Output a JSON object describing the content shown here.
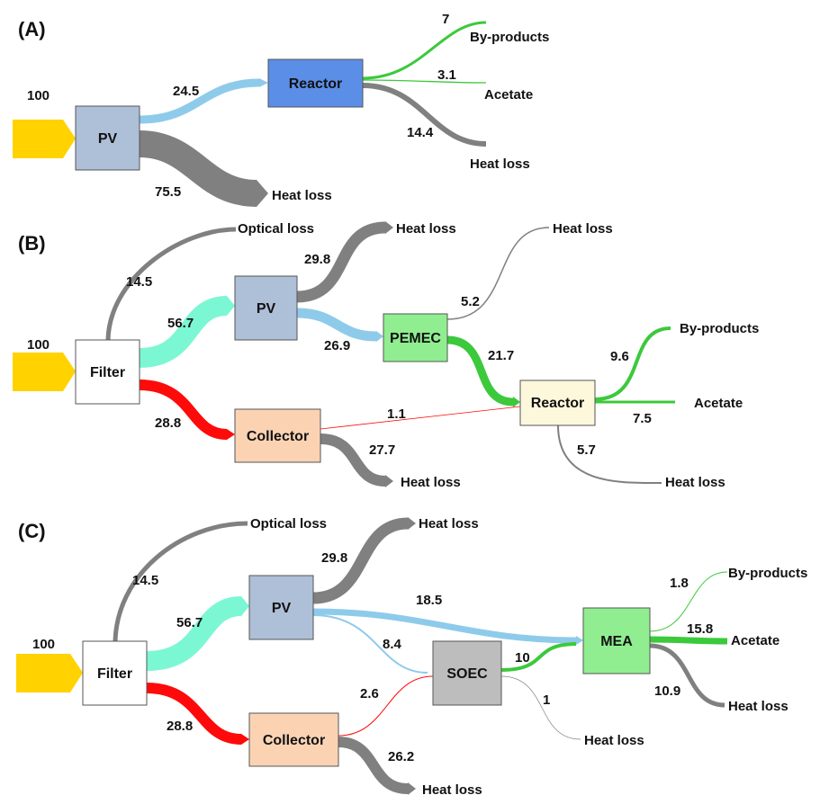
{
  "colors": {
    "input": "#ffd200",
    "pv_box": "#aebfd8",
    "reactor_box_a": "#5b8ee6",
    "pemec_box": "#90ee90",
    "reactor_box_b": "#fdf8dc",
    "collector_box": "#fbd3b3",
    "soec_box": "#bdbdbd",
    "mea_box": "#90ee90",
    "filter_box": "#ffffff",
    "electric_flow": "#8ecbea",
    "heat_flow": "#808080",
    "chemical_flow": "#3cc93c",
    "light_flow": "#7cf7d4",
    "thermal_flow": "#ff0a0a"
  },
  "panels": [
    {
      "label": "(A)",
      "input_value": "100",
      "nodes": {
        "pv": "PV",
        "reactor": "Reactor"
      },
      "flows": {
        "pv_to_reactor": "24.5",
        "pv_heat": "75.5",
        "byproducts": "7",
        "acetate": "3.1",
        "reactor_heat": "14.4"
      },
      "outputs": {
        "byproducts": "By-products",
        "acetate": "Acetate",
        "reactor_heat": "Heat loss",
        "pv_heat": "Heat loss"
      }
    },
    {
      "label": "(B)",
      "input_value": "100",
      "nodes": {
        "filter": "Filter",
        "pv": "PV",
        "pemec": "PEMEC",
        "collector": "Collector",
        "reactor": "Reactor"
      },
      "flows": {
        "optical": "14.5",
        "filter_pv": "56.7",
        "filter_collector": "28.8",
        "pv_heat": "29.8",
        "pv_pemec": "26.9",
        "pemec_heat": "5.2",
        "pemec_reactor": "21.7",
        "collector_reactor": "1.1",
        "collector_heat": "27.7",
        "byproducts": "9.6",
        "acetate": "7.5",
        "reactor_heat": "5.7"
      },
      "outputs": {
        "optical": "Optical loss",
        "pv_heat": "Heat loss",
        "pemec_heat": "Heat loss",
        "byproducts": "By-products",
        "acetate": "Acetate",
        "collector_heat": "Heat loss",
        "reactor_heat": "Heat loss"
      }
    },
    {
      "label": "(C)",
      "input_value": "100",
      "nodes": {
        "filter": "Filter",
        "pv": "PV",
        "soec": "SOEC",
        "mea": "MEA",
        "collector": "Collector"
      },
      "flows": {
        "optical": "14.5",
        "filter_pv": "56.7",
        "filter_collector": "28.8",
        "pv_heat": "29.8",
        "pv_mea": "18.5",
        "pv_soec": "8.4",
        "collector_soec": "2.6",
        "collector_heat": "26.2",
        "soec_mea": "10",
        "soec_heat": "1",
        "byproducts": "1.8",
        "acetate": "15.8",
        "mea_heat": "10.9"
      },
      "outputs": {
        "optical": "Optical loss",
        "pv_heat": "Heat loss",
        "byproducts": "By-products",
        "acetate": "Acetate",
        "mea_heat": "Heat loss",
        "soec_heat": "Heat loss",
        "collector_heat": "Heat loss"
      }
    }
  ]
}
